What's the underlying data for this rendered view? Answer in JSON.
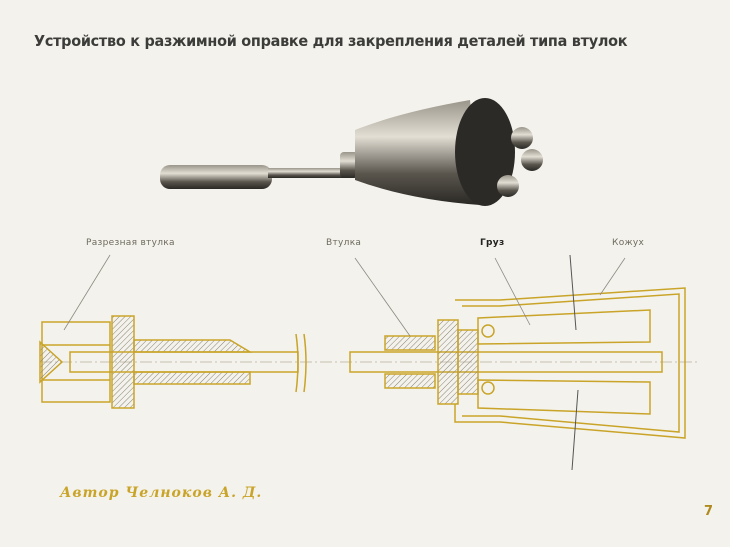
{
  "title": "Устройство к разжимной оправке для закрепления деталей типа втулок",
  "labels": {
    "split_sleeve": "Разрезная втулка",
    "sleeve": "Втулка",
    "weight": "Груз",
    "casing": "Кожух"
  },
  "author": "Автор Челноков А. Д.",
  "page_number": "7",
  "colors": {
    "background": "#f3f2ec",
    "outline": "#c9a428",
    "text": "#3c3c3a"
  }
}
